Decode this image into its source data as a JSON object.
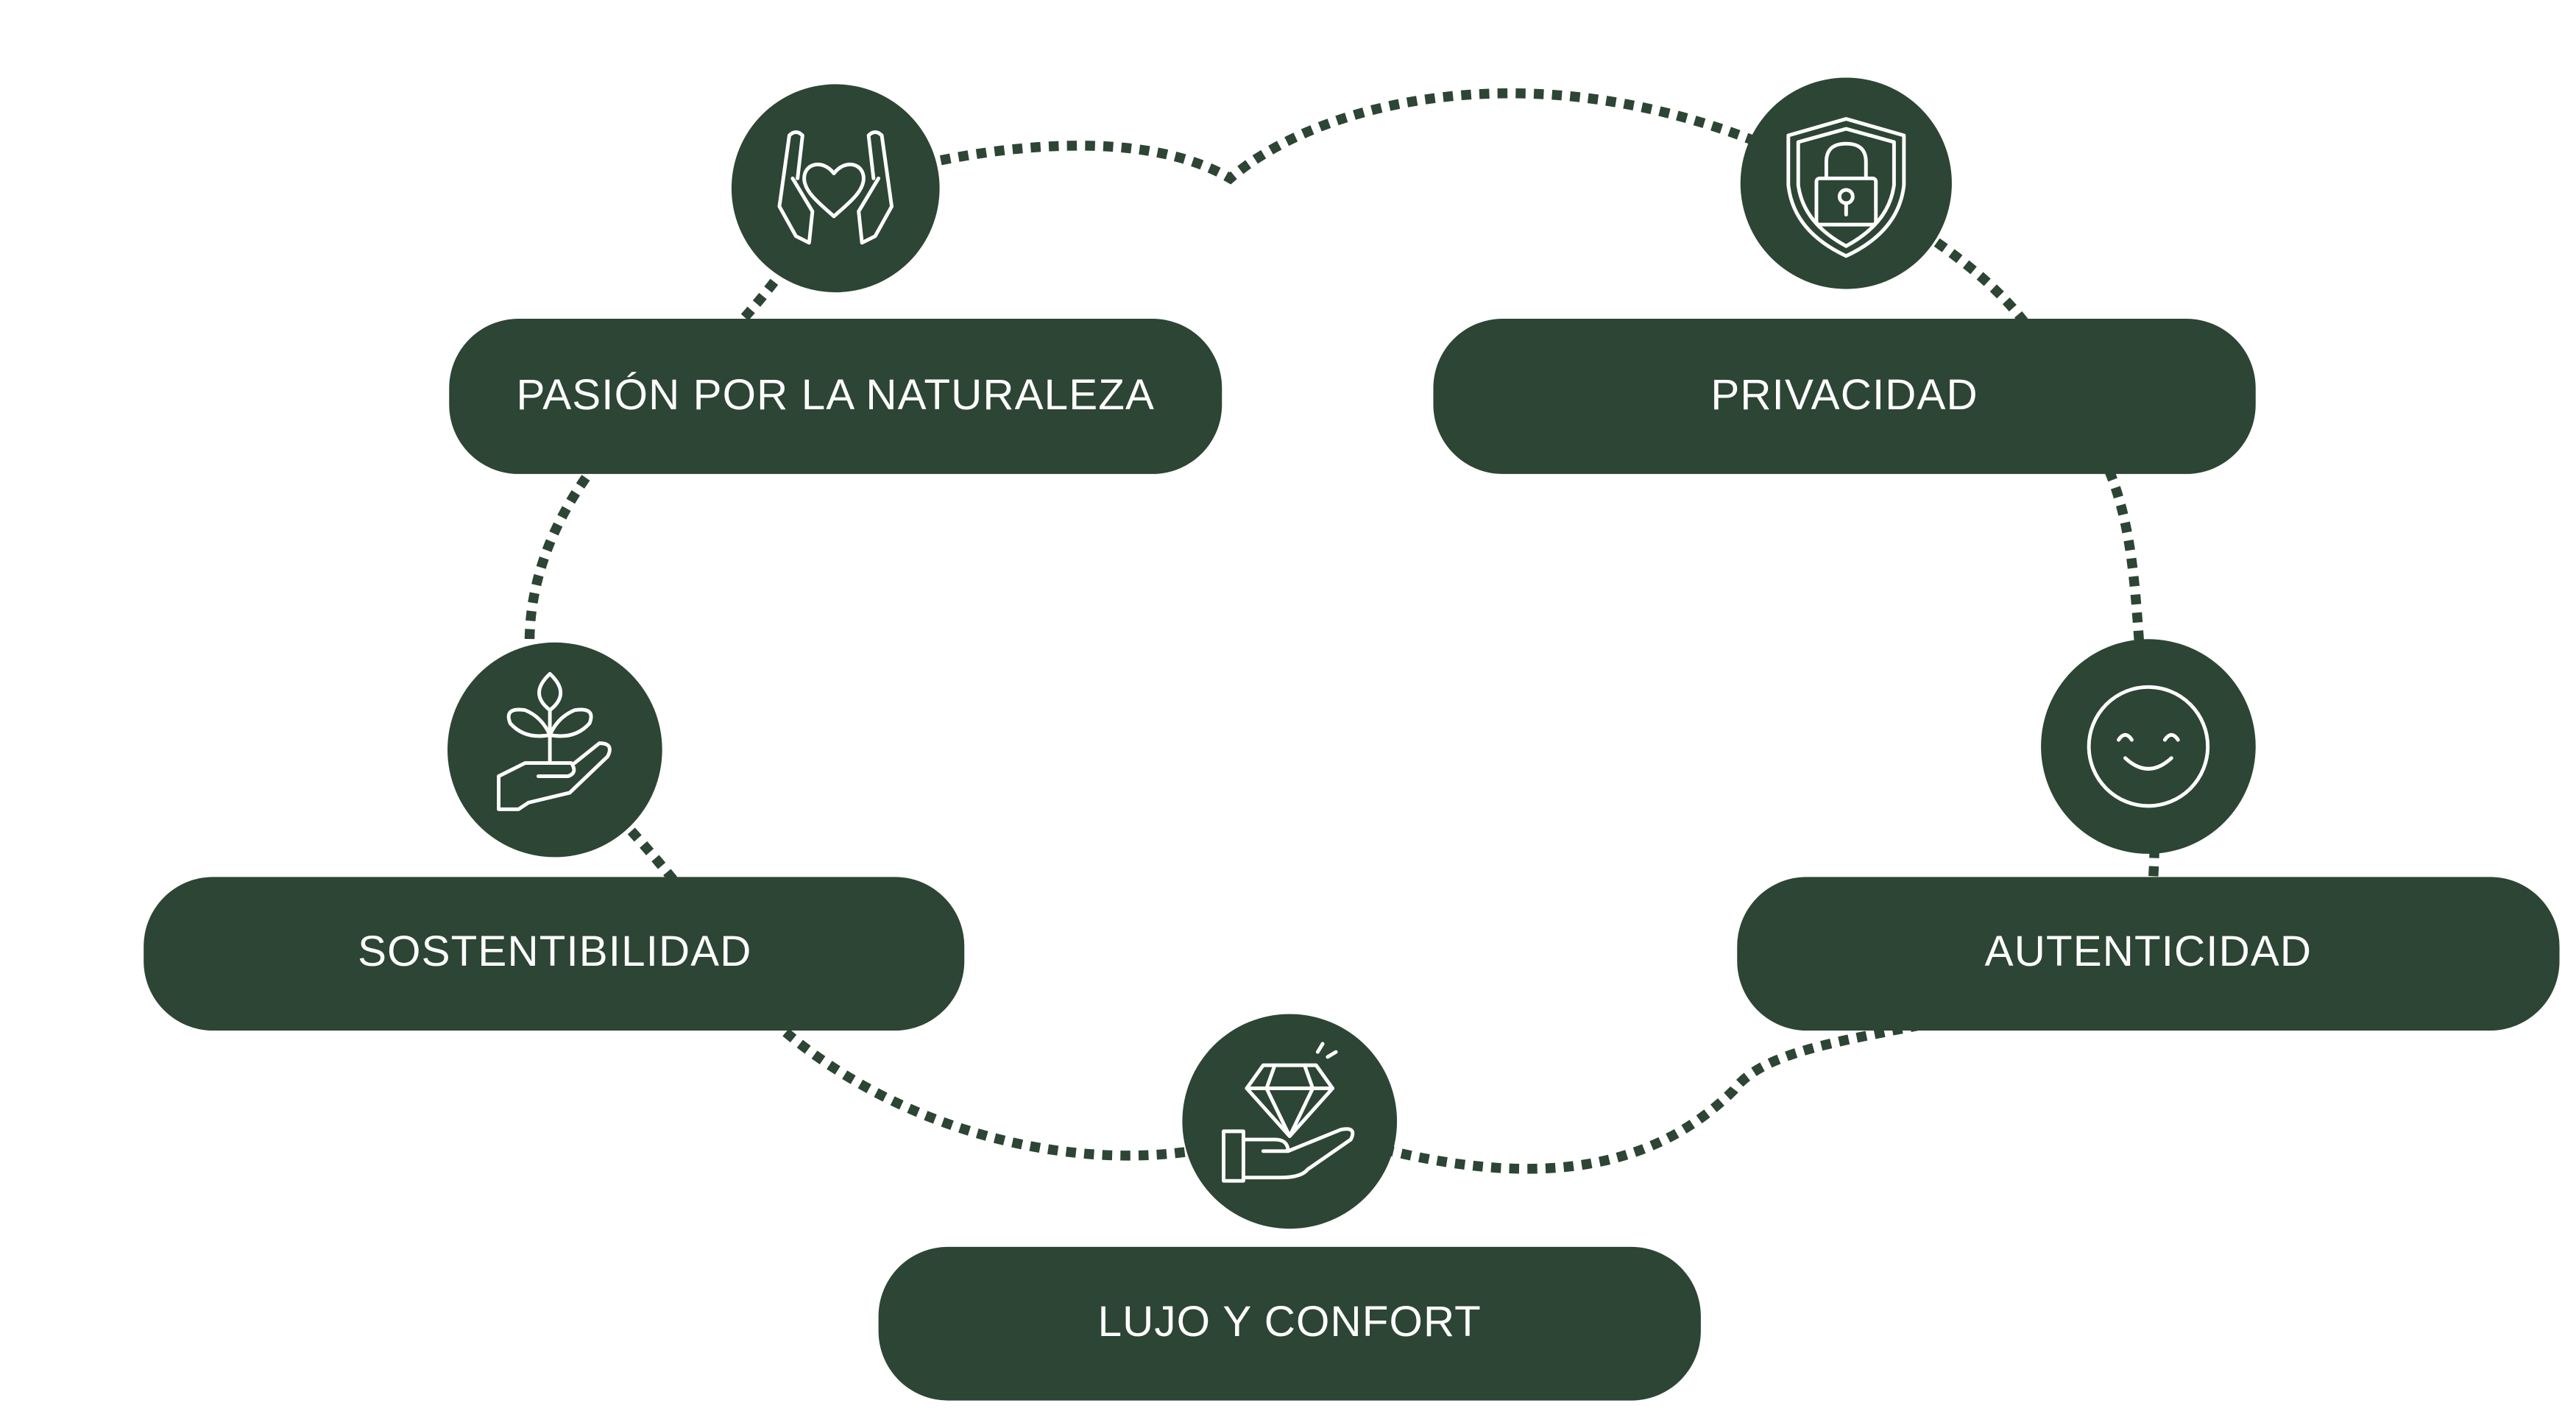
{
  "colors": {
    "primary": "#2d4534",
    "text": "#ffffff",
    "background": "#ffffff"
  },
  "nodes": [
    {
      "label": "PASIÓN POR LA NATURALEZA",
      "icon": "hands-heart-icon"
    },
    {
      "label": "PRIVACIDAD",
      "icon": "shield-lock-icon"
    },
    {
      "label": "AUTENTICIDAD",
      "icon": "smile-icon"
    },
    {
      "label": "LUJO Y CONFORT",
      "icon": "diamond-hand-icon"
    },
    {
      "label": "SOSTENTIBILIDAD",
      "icon": "plant-hand-icon"
    }
  ]
}
